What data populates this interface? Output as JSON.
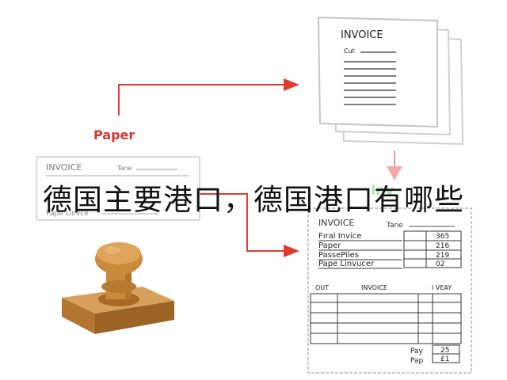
{
  "overlay_title": "德国主要港口，德国港口有哪些",
  "paper_label": "Paper",
  "small_invoice": {
    "title": "INVOICE",
    "field": "Tane",
    "line2": "Pape Linvce"
  },
  "top_invoice": {
    "title": "INVOICE",
    "cut_label": "Cut"
  },
  "faded_stamp_text": "Inv",
  "final_invoice": {
    "title": "INVOICE",
    "field": "Tane",
    "rows": [
      {
        "label": "Fıral Invice",
        "value": "365"
      },
      {
        "label": "Paper",
        "value": "216"
      },
      {
        "label": "PassePiles",
        "value": "219"
      },
      {
        "label": "Pape Linvucer",
        "value": "02"
      }
    ],
    "table_headers": {
      "out": "OUT",
      "invoice": "INVOICE",
      "year": "I VEAY"
    },
    "totals": [
      {
        "label": "Pay",
        "value": "25"
      },
      {
        "label": "Pap",
        "value": "£1"
      }
    ]
  },
  "colors": {
    "arrow": "#e03b2c",
    "paper_label": "#d9342b",
    "stamp_wood": "#c98a3c",
    "stamp_dark": "#a86a26"
  }
}
